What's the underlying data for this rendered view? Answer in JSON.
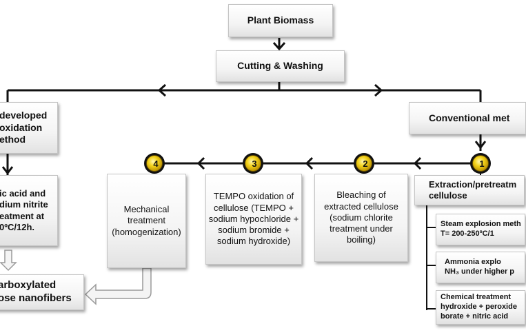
{
  "nodes": {
    "plant_biomass": "Plant Biomass",
    "cutting_washing": "Cutting & Washing",
    "developed_method": "developed\noxidation\nethod",
    "conventional_method": "Conventional met",
    "acid_treatment": "ic acid and\ndium nitrite\neatment at\n0ºC/12h.",
    "carboxylated": "arboxylated\nose nanofibers",
    "mechanical": "Mechanical\ntreatment\n(homogenization)",
    "tempo": "TEMPO oxidation of\ncellulose (TEMPO +\nsodium hypochloride +\nsodium bromide +\nsodium hydroxide)",
    "bleaching": "Bleaching of\nextracted cellulose\n(sodium chlorite\ntreatment under\nboiling)",
    "extraction": "Extraction/pretreatm\ncellulose",
    "steam": "Steam explosion meth\nT= 200-250ºC/1",
    "ammonia": "Ammonia explo\nNH₃ under higher p",
    "chemical": "Chemical treatment\nhydroxide + peroxide\nborate + nitric acid"
  },
  "steps": [
    "1",
    "2",
    "3",
    "4"
  ],
  "colors": {
    "badge_fill": "#f3d21a",
    "badge_ring": "#111111",
    "line": "#111111",
    "arrow_outline": "#9a9a9a"
  }
}
